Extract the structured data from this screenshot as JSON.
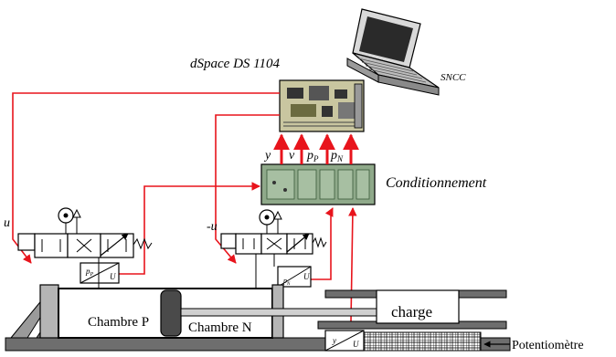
{
  "labels": {
    "dspace": "dSpace DS 1104",
    "sncc": "SNCC",
    "conditionnement": "Conditionnement",
    "signal_y": "y",
    "signal_v": "v",
    "signal_pp_main": "p",
    "signal_pp_sub": "P",
    "signal_pn_main": "p",
    "signal_pn_sub": "N",
    "u_left": "u",
    "u_right": "-u",
    "sensor_p_main": "p",
    "sensor_p_sub": "P",
    "sensor_n_main": "p",
    "sensor_n_sub": "N",
    "sensor_out": "U",
    "pot_in": "y",
    "pot_out": "U",
    "chambre_p": "Chambre P",
    "chambre_n": "Chambre N",
    "charge": "charge",
    "potentiometre": "Potentiomètre"
  },
  "colors": {
    "signal": "#e8141c",
    "conditioner": "#8fa98a",
    "board": "#c9c6a0",
    "laptop": "#b0b0b0",
    "base": "#6e6e6e"
  }
}
